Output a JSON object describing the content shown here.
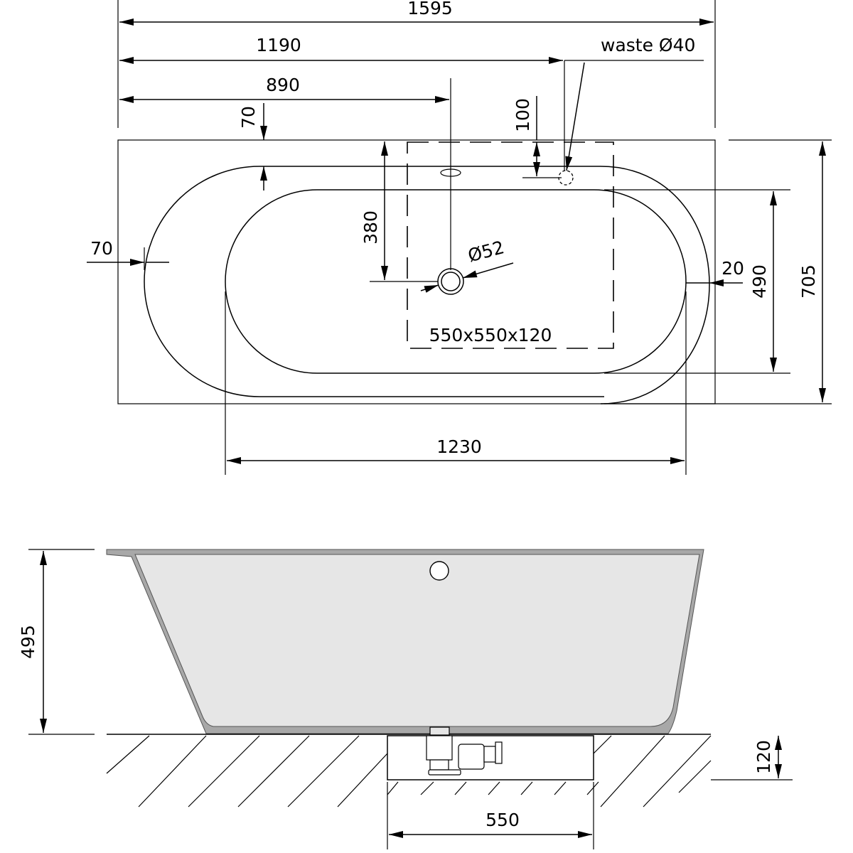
{
  "title": "Bathtub technical drawing",
  "top_view": {
    "overall_length": "1595",
    "waste_position": "1190",
    "drain_position": "890",
    "rim_top": "70",
    "overflow_offset": "100",
    "waste_label": "waste Ø40",
    "drain_depth": "380",
    "drain_diameter": "Ø52",
    "rim_left": "70",
    "rim_right": "20",
    "inner_width": "490",
    "overall_width": "705",
    "recess_label": "550x550x120",
    "inner_length": "1230"
  },
  "side_view": {
    "height": "495",
    "recess_depth": "120",
    "recess_width": "550"
  },
  "colors": {
    "fill": "#e6e6e6",
    "shell": "#a8a8a8",
    "line": "#000000"
  }
}
